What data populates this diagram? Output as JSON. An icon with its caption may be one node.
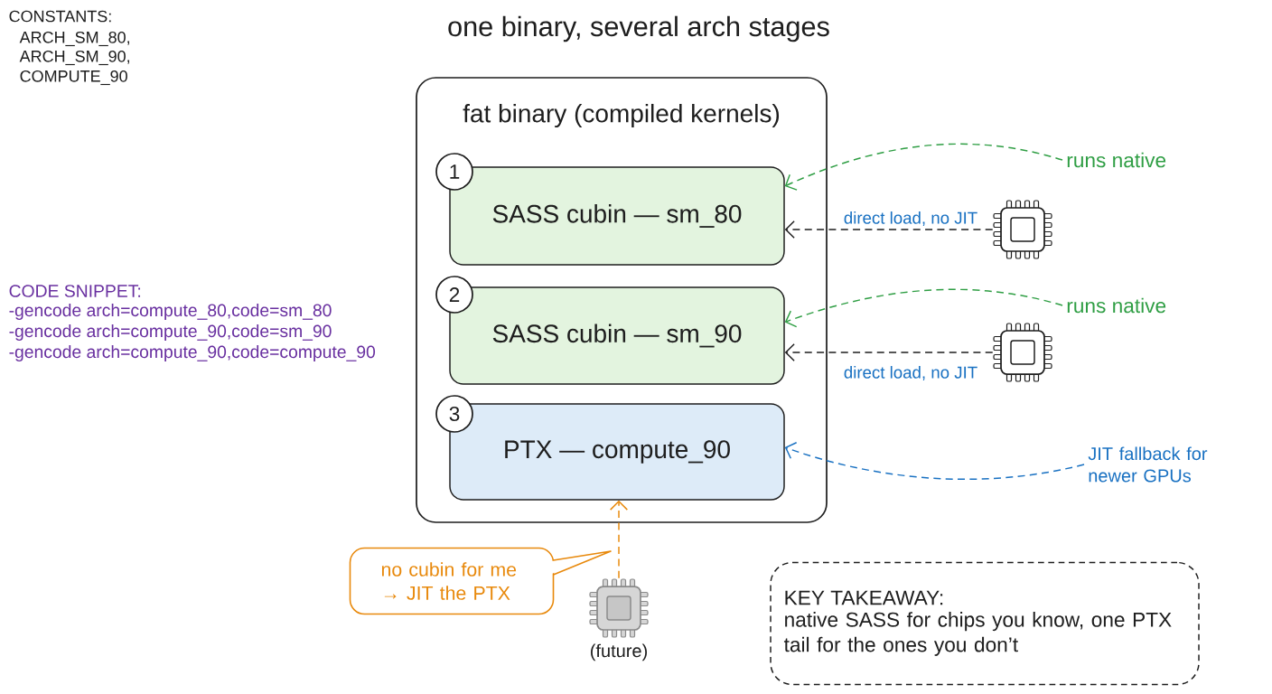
{
  "diagram": {
    "title": "one binary, several arch stages",
    "nodes": [
      {
        "text": [
          "fat binary (compiled kernels)"
        ]
      },
      {
        "text": [
          "1"
        ],
        "in": 0
      },
      {
        "text": [
          "SASS cubin — sm_80"
        ],
        "in": 0
      },
      {
        "text": [
          "2"
        ],
        "in": 0
      },
      {
        "text": [
          "SASS cubin — sm_90"
        ],
        "in": 0
      },
      {
        "text": [
          "3"
        ],
        "in": 0
      },
      {
        "text": [
          "PTX — compute_90"
        ],
        "in": 0
      },
      {
        "text": [
          "runs native"
        ]
      },
      {
        "text": [],
        "shape": "picture"
      },
      {
        "text": [
          "runs native"
        ]
      },
      {
        "text": [],
        "shape": "picture"
      },
      {
        "text": [
          "JIT fallback for newer GPUs"
        ]
      },
      {
        "text": [
          "no cubin for me → JIT the PTX"
        ]
      },
      {
        "text": [],
        "shape": "picture",
        "beside": [
          "(future)"
        ]
      },
      {
        "text": [
          "KEY TAKEAWAY:",
          "native SASS for chips you know, one PTX tail for the ones you don’t"
        ]
      }
    ],
    "edges": [
      {
        "from": 7,
        "to": 2,
        "arrow": "to",
        "style": "dashed",
        "color": "#2f9e44"
      },
      {
        "from": 8,
        "to": 2,
        "arrow": "to",
        "label": "direct load, no JIT",
        "style": "dashed",
        "color": "#1e1e1e"
      },
      {
        "from": 9,
        "to": 4,
        "arrow": "to",
        "style": "dashed",
        "color": "#2f9e44"
      },
      {
        "from": 10,
        "to": 4,
        "arrow": "to",
        "label": "direct load, no JIT",
        "style": "dashed",
        "color": "#1e1e1e"
      },
      {
        "from": 11,
        "to": 6,
        "arrow": "to",
        "style": "dashed",
        "color": "#1971c2"
      },
      {
        "from": 13,
        "to": 6,
        "arrow": "to",
        "style": "dashed",
        "color": "#e8890c"
      }
    ],
    "labels": [
      "CONSTANTS:",
      "ARCH_SM_80,",
      "ARCH_SM_90,",
      "COMPUTE_90",
      "CODE SNIPPET:",
      "-gencode arch=compute_80,code=sm_80",
      "-gencode arch=compute_90,code=sm_90",
      "-gencode arch=compute_90,code=compute_90"
    ]
  }
}
